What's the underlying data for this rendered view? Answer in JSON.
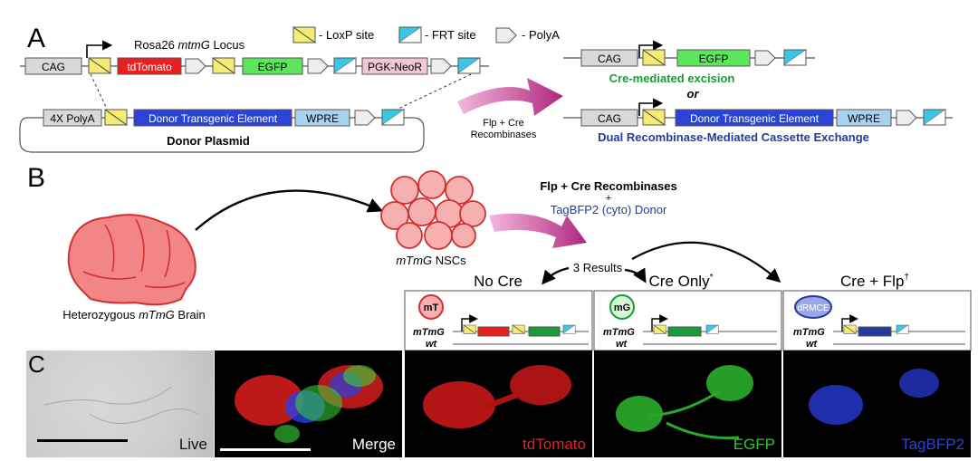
{
  "panel_a": {
    "letter": "A",
    "locus_title_prefix": "Rosa26",
    "locus_title_italic": "mtmG",
    "locus_title_suffix": "Locus",
    "legend": {
      "loxp": "- LoxP site",
      "frt": "- FRT site",
      "polya": "- PolyA"
    },
    "locus": {
      "cag": "CAG",
      "tdtomato": "tdTomato",
      "egfp": "EGFP",
      "pgk_neor": "PGK-NeoR"
    },
    "donor": {
      "polya4x": "4X PolyA",
      "element": "Donor Transgenic Element",
      "wpre": "WPRE",
      "caption": "Donor Plasmid"
    },
    "arrow_line1": "Flp + Cre",
    "arrow_line2": "Recombinases",
    "result1": {
      "cag": "CAG",
      "egfp": "EGFP",
      "caption": "Cre-mediated excision"
    },
    "or": "or",
    "result2": {
      "cag": "CAG",
      "element": "Donor Transgenic Element",
      "wpre": "WPRE",
      "caption": "Dual Recombinase-Mediated Cassette Exchange"
    }
  },
  "panel_b": {
    "letter": "B",
    "brain_prefix": "Heterozygous",
    "brain_italic": "mTmG",
    "brain_suffix": "Brain",
    "nsc_italic": "mTmG",
    "nsc_suffix": "NSCs",
    "recomb_line1": "Flp + Cre Recombinases",
    "recomb_plus": "+",
    "recomb_line2": "TagBFP2 (cyto) Donor",
    "results_label": "3 Results",
    "no_cre": "No Cre",
    "cre_only": "Cre Only",
    "cre_only_mark": "*",
    "cre_flp": "Cre + Flp",
    "cre_flp_mark": "†",
    "cell_mt": "mT",
    "cell_mg": "mG",
    "cell_drmce": "dRMCE",
    "allele_mtmg": "mTmG",
    "allele_wt": "wt"
  },
  "panel_c": {
    "letter": "C",
    "live": "Live",
    "merge": "Merge",
    "tdtomato": "tdTomato",
    "egfp": "EGFP",
    "tagbfp2": "TagBFP2"
  },
  "colors": {
    "tdtomato": "#e8201e",
    "egfp": "#5ce65c",
    "donor_blue": "#2b44d8",
    "wpre": "#a6d4f0",
    "pgk": "#f2c6d6",
    "loxp": "#f4ec74",
    "frt": "#39c7e6",
    "cre_green": "#1a9a3a",
    "drmce_navy": "#263a9c",
    "magenta": "#c0389a",
    "brain": "#f28686"
  }
}
